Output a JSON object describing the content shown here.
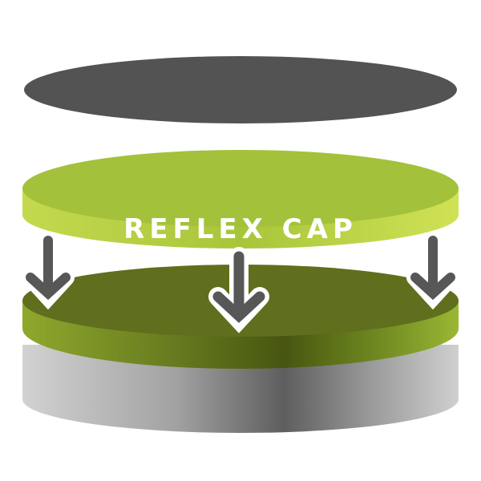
{
  "diagram": {
    "title_label": "REFLEX CAP",
    "layers": [
      {
        "name": "top-dark-disc",
        "color": "#535353"
      },
      {
        "name": "reflex-cap-disc",
        "color": "#a3c13a"
      },
      {
        "name": "base-green-layer",
        "color": "#5d6d1c"
      },
      {
        "name": "base-gray-layer",
        "color": "#a0a0a0"
      }
    ],
    "arrows": [
      {
        "name": "left-down-arrow",
        "color": "#575757"
      },
      {
        "name": "center-down-arrow",
        "color": "#575757"
      },
      {
        "name": "right-down-arrow",
        "color": "#575757"
      }
    ]
  }
}
